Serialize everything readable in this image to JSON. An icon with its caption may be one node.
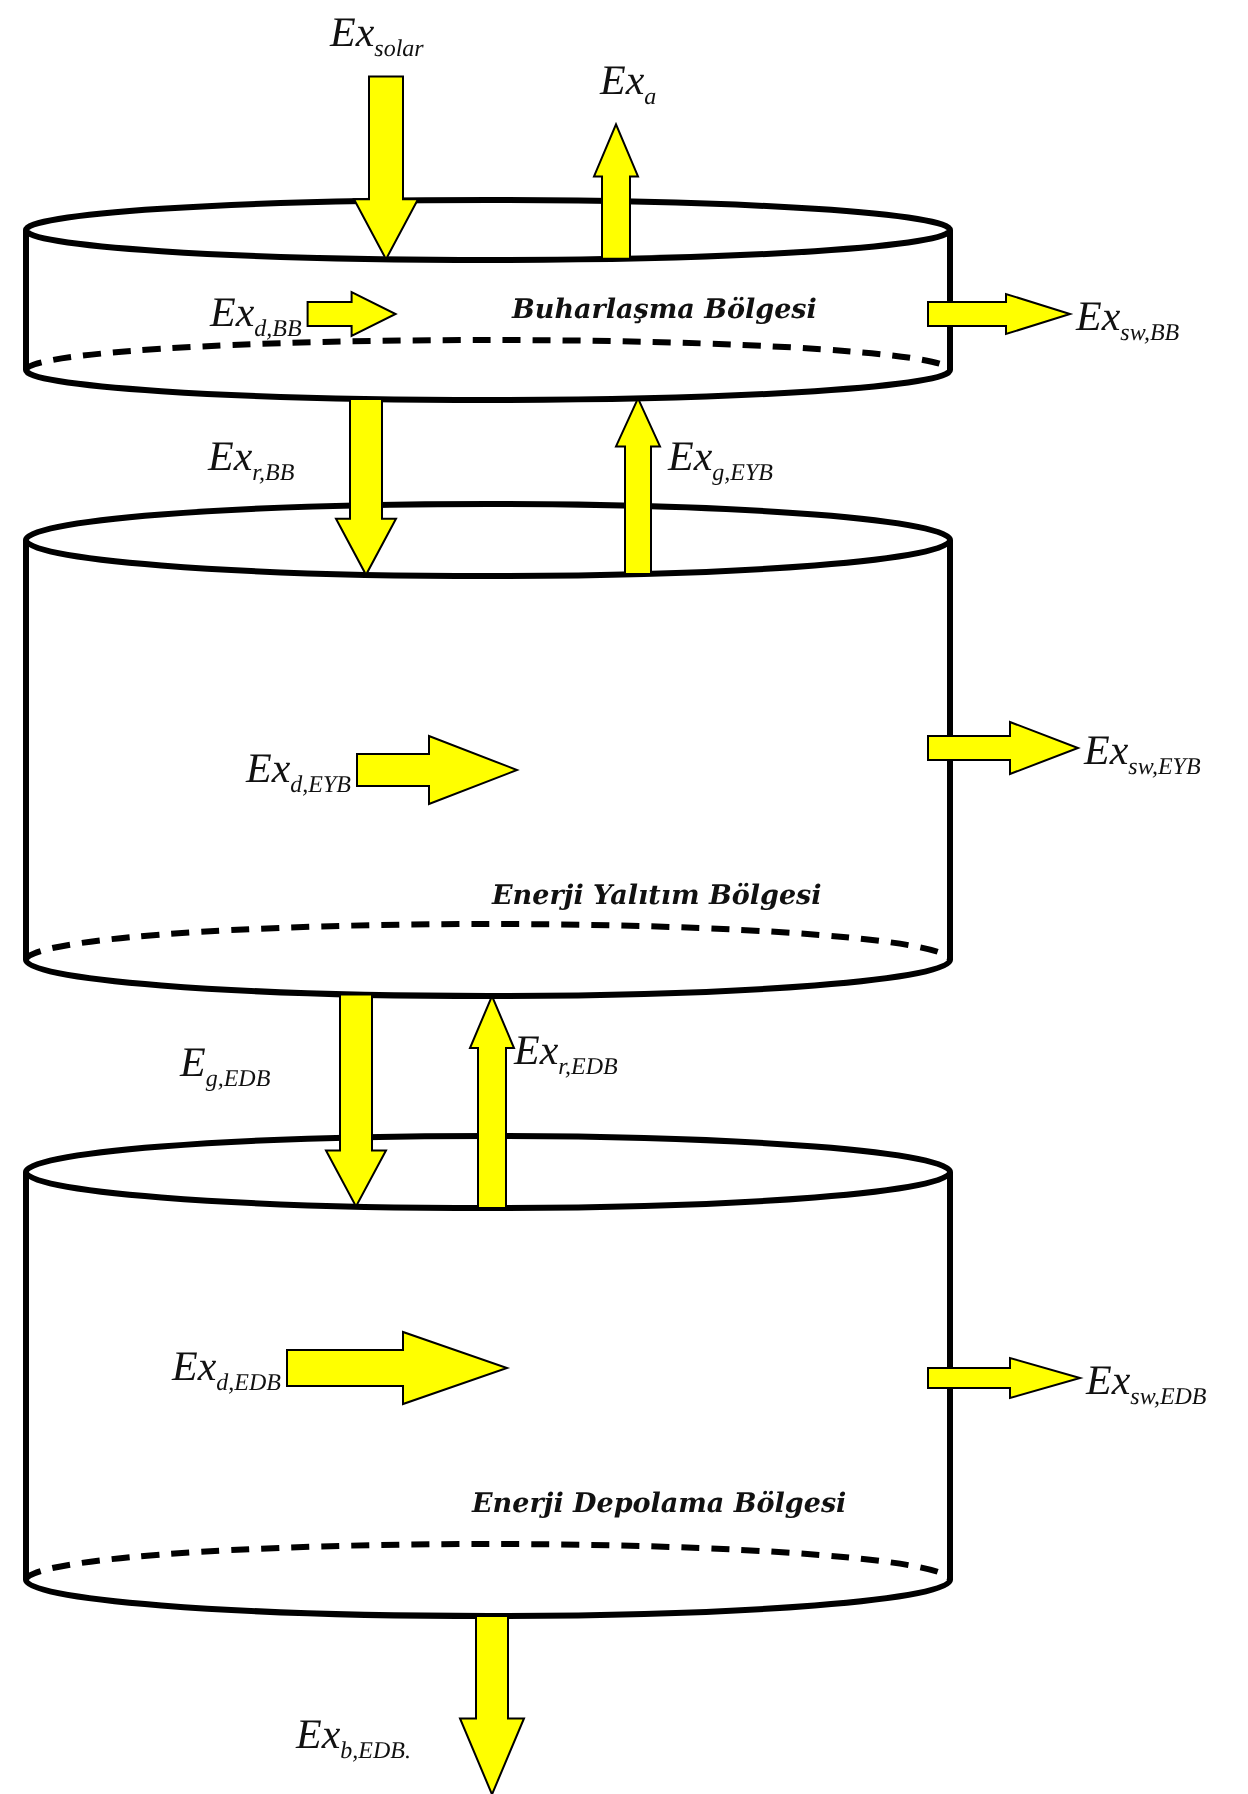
{
  "diagram": {
    "nodes": [
      {
        "text": [
          "Ex$_{solar}$"
        ]
      },
      {
        "text": [
          "Ex$_{a}$"
        ]
      },
      {
        "text": [
          "Buharlaşma Bölgesi"
        ]
      },
      {
        "text": [
          "Ex$_{d,BB}$"
        ],
        "in": 2
      },
      {
        "text": [
          "Ex$_{sw,BB}$"
        ]
      },
      {
        "text": [
          "Enerji Yalıtım Bölgesi"
        ]
      },
      {
        "text": [
          "Ex$_{d,EYB}$"
        ],
        "in": 5
      },
      {
        "text": [
          "Ex$_{sw,EYB}$"
        ]
      },
      {
        "text": [
          "Enerji Depolama Bölgesi"
        ]
      },
      {
        "text": [
          "Ex$_{d,EDB}$"
        ],
        "in": 8
      },
      {
        "text": [
          "Ex$_{sw,EDB}$"
        ]
      },
      {
        "text": [
          "Ex$_{b,EDB.}$"
        ]
      }
    ],
    "edges": [
      {
        "from": 0,
        "to": 2,
        "arrow": "to"
      },
      {
        "from": 2,
        "to": 1,
        "arrow": "to"
      },
      {
        "from": 3,
        "to": null,
        "arrow": "to"
      },
      {
        "from": 2,
        "to": 4,
        "arrow": "to"
      },
      {
        "from": 2,
        "to": 5,
        "arrow": "to",
        "label": "Ex$_{r,BB}$"
      },
      {
        "from": 5,
        "to": 2,
        "arrow": "to",
        "label": "Ex$_{g,EYB}$"
      },
      {
        "from": 6,
        "to": null,
        "arrow": "to"
      },
      {
        "from": 5,
        "to": 7,
        "arrow": "to"
      },
      {
        "from": 5,
        "to": 8,
        "arrow": "to",
        "label": "E$_{g,EDB}$"
      },
      {
        "from": 8,
        "to": 5,
        "arrow": "to",
        "label": "Ex$_{r,EDB}$"
      },
      {
        "from": 9,
        "to": null,
        "arrow": "to"
      },
      {
        "from": 8,
        "to": 10,
        "arrow": "to"
      },
      {
        "from": 8,
        "to": 11,
        "arrow": "to"
      }
    ]
  }
}
